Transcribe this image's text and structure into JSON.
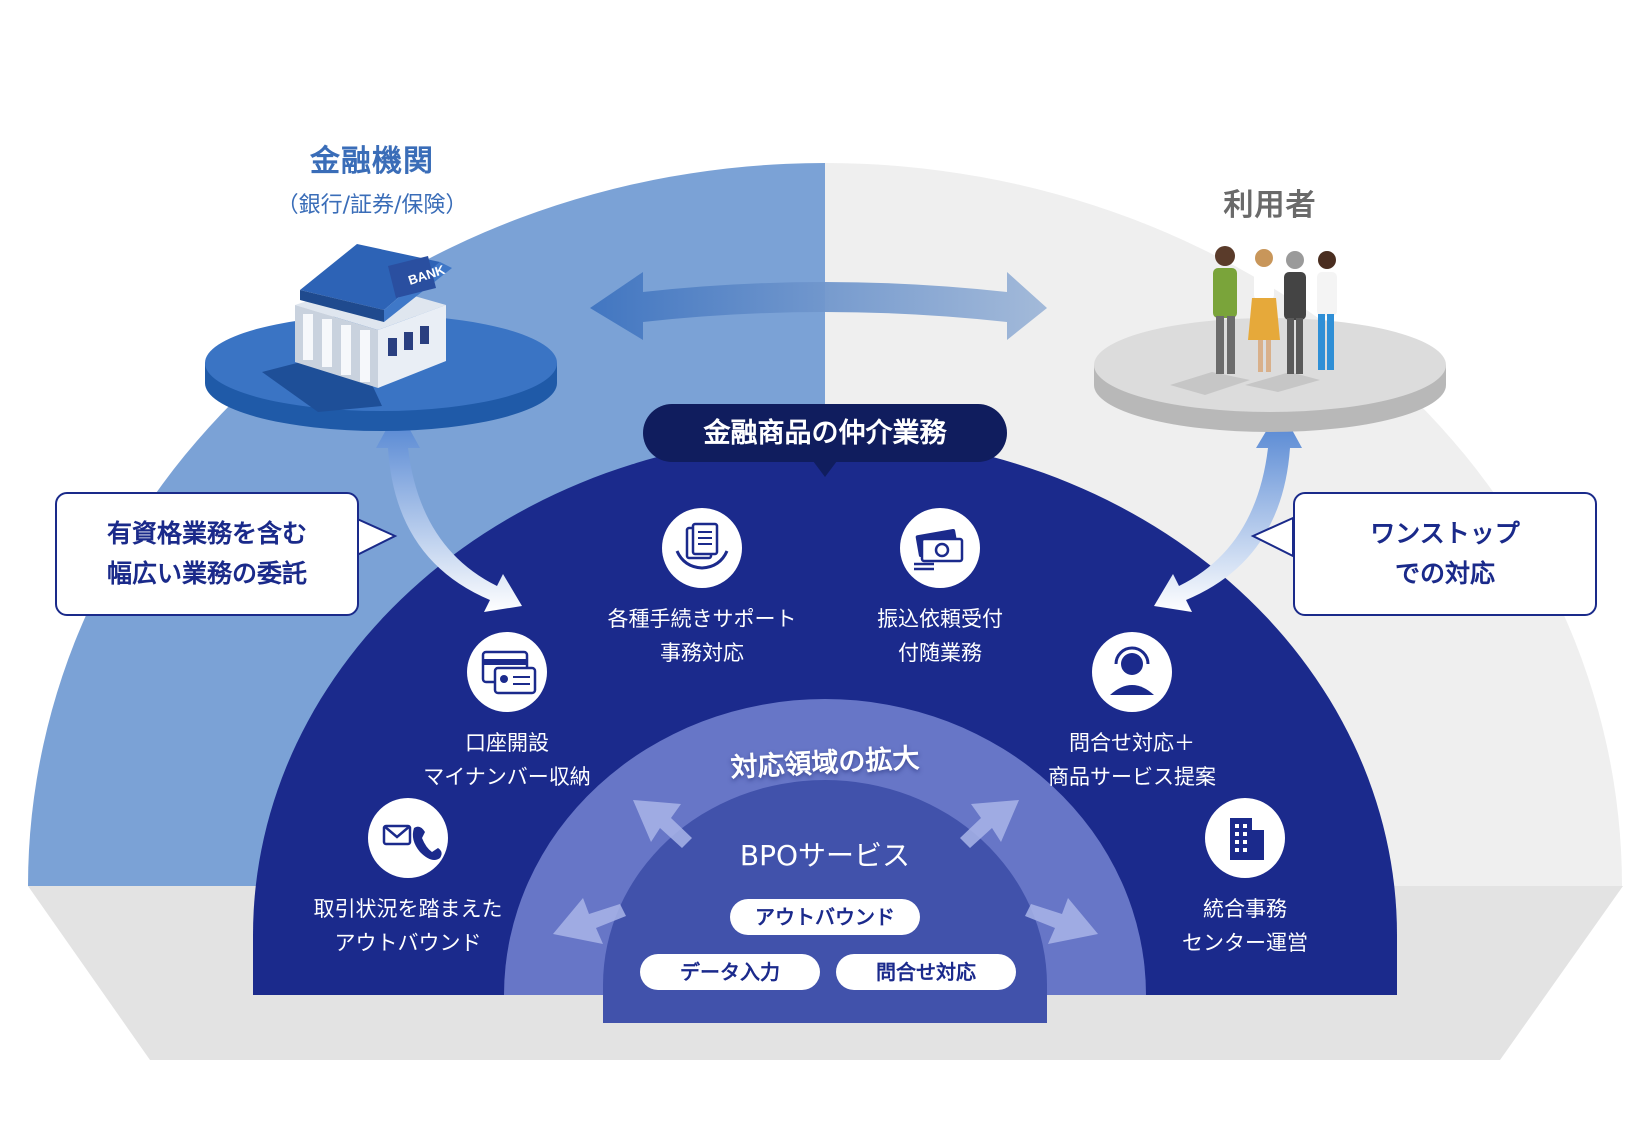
{
  "institution": {
    "title": "金融機関",
    "subtitle": "（銀行/証券/保険）",
    "bank_sign": "BANK"
  },
  "users": {
    "title": "利用者"
  },
  "callouts": {
    "left": [
      "有資格業務を含む",
      "幅広い業務の委託"
    ],
    "right": [
      "ワンストップ",
      "での対応"
    ]
  },
  "center_banner": "金融商品の仲介業務",
  "services": {
    "procedure": [
      "各種手続きサポート",
      "事務対応"
    ],
    "transfer": [
      "振込依頼受付",
      "付随業務"
    ],
    "account": [
      "口座開設",
      "マイナンバー収納"
    ],
    "inquiry": [
      "問合せ対応＋",
      "商品サービス提案"
    ],
    "outbound": [
      "取引状況を踏まえた",
      "アウトバウンド"
    ],
    "center": [
      "統合事務",
      "センター運営"
    ]
  },
  "expansion_label": "対応領域の拡大",
  "bpo": {
    "title": "BPOサービス",
    "pills": [
      "アウトバウンド",
      "データ入力",
      "問合せ対応"
    ]
  },
  "colors": {
    "navy": "#1b2a8c",
    "banner": "#101d5e",
    "light_blue": "#6e9bd2",
    "light_gray": "#eeeeee",
    "mid_blue": "#5f72c4",
    "bpo_blue": "#3f51a8",
    "title_blue": "#3a6db8",
    "title_gray": "#6a6a6a"
  }
}
